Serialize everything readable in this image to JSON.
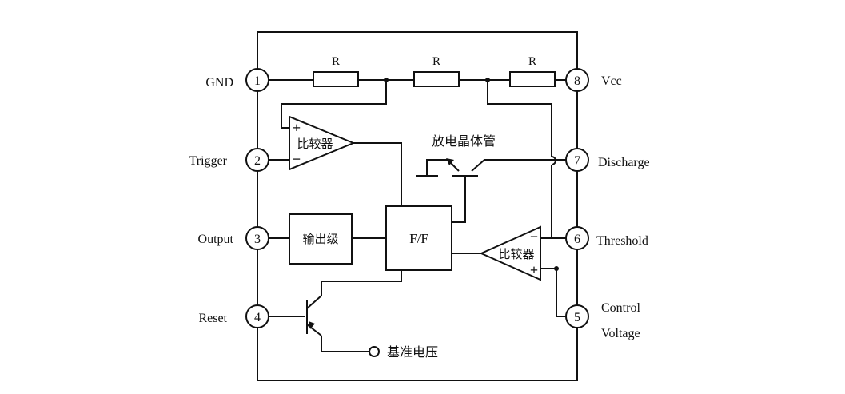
{
  "resistors": {
    "r1": "R",
    "r2": "R",
    "r3": "R"
  },
  "pins": [
    {
      "number": "1",
      "label": "GND"
    },
    {
      "number": "2",
      "label": "Trigger"
    },
    {
      "number": "3",
      "label": "Output"
    },
    {
      "number": "4",
      "label": "Reset"
    },
    {
      "number": "8",
      "label": "Vcc"
    },
    {
      "number": "7",
      "label": "Discharge"
    },
    {
      "number": "6",
      "label": "Threshold"
    },
    {
      "number": "5",
      "label_line1": "Control",
      "label_line2": "Voltage"
    }
  ],
  "comparator_top": {
    "label": "比较器",
    "plus": "+",
    "minus": "−"
  },
  "comparator_bottom": {
    "label": "比较器",
    "plus": "+",
    "minus": "−"
  },
  "flipflop": {
    "label": "F/F"
  },
  "output_stage": {
    "label": "输出级"
  },
  "discharge_transistor": {
    "label": "放电晶体管"
  },
  "reference_voltage": {
    "label": "基准电压"
  }
}
